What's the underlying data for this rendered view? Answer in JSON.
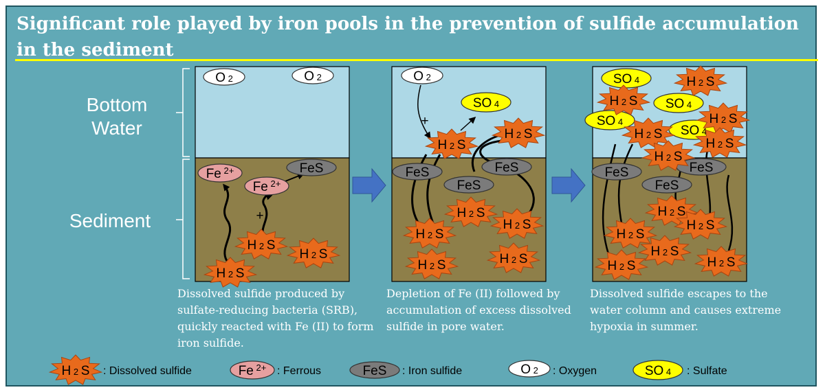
{
  "title": "Significant role played by iron pools in the prevention of sulfide  accumulation in the sediment",
  "labels": {
    "bottom_water": "Bottom Water",
    "sediment": "Sediment"
  },
  "captions": [
    "Dissolved sulfide produced by sulfate-reducing bacteria (SRB), quickly reacted with Fe (II) to form iron sulfide.",
    "Depletion of Fe (II) followed by accumulation of excess dissolved sulfide in pore water.",
    "Dissolved sulfide escapes to the water column and causes extreme hypoxia in summer."
  ],
  "molecules": {
    "h2s_main": "H",
    "h2s_sub": "2",
    "h2s_tail": "S",
    "fe_main": "Fe",
    "fe_sup": "2+",
    "fes": "FeS",
    "o2_main": "O",
    "o2_sub": "2",
    "so4_main": "SO",
    "so4_sub": "4",
    "plus": "+"
  },
  "legend": {
    "h2s": ": Dissolved sulfide",
    "fe": ": Ferrous",
    "fes": ": Iron sulfide",
    "o2": ": Oxygen",
    "so4": ": Sulfate"
  },
  "colors": {
    "background": "#61a9b6",
    "water": "#add8e6",
    "sediment": "#8e7f49",
    "h2s_fill": "#e86a1c",
    "fe_fill": "#e6a0a0",
    "fes_fill": "#7b7b7b",
    "so4_fill": "#ffff00",
    "arrow_fill": "#4472c4",
    "title_rule": "#ffff00"
  }
}
